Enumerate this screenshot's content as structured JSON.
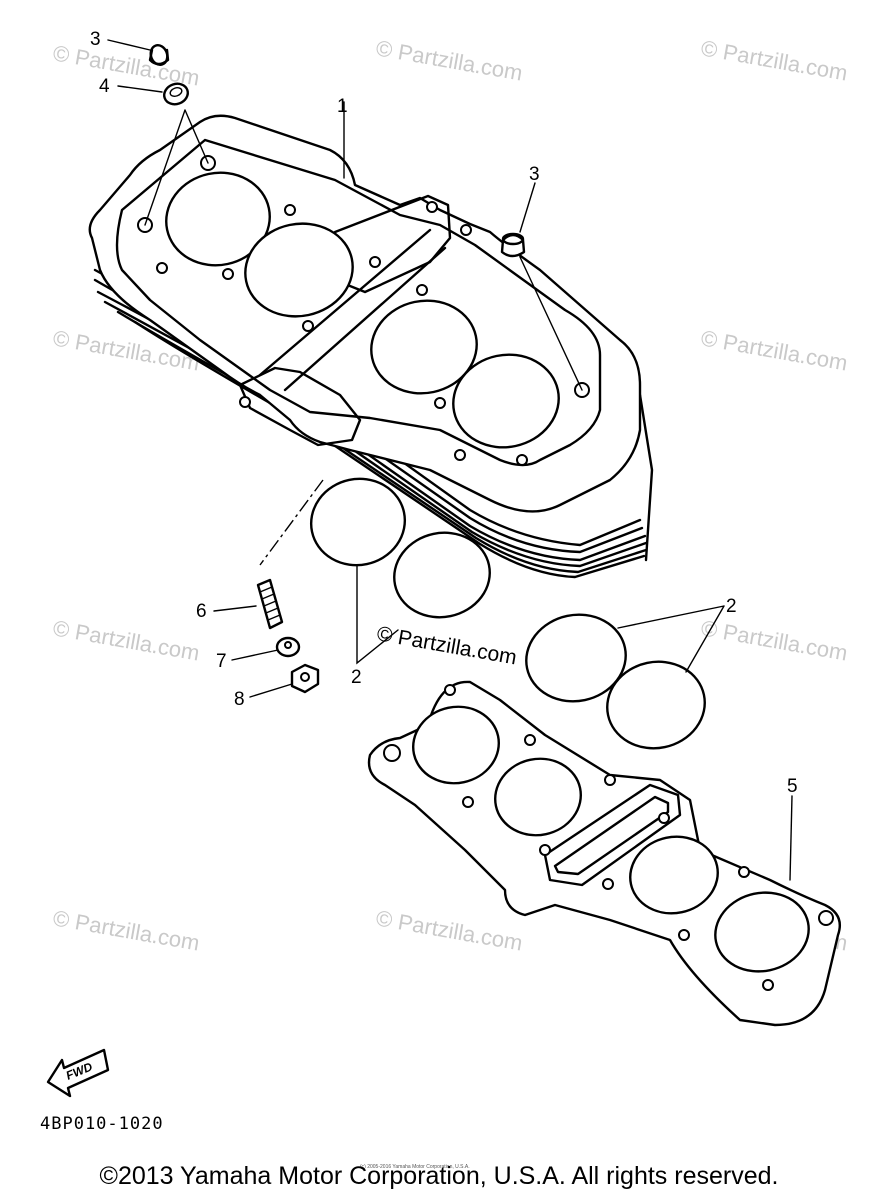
{
  "watermark": {
    "text": "© Partzilla.com",
    "center_text": "© Partzilla.com"
  },
  "callouts": {
    "c1": "1",
    "c2a": "2",
    "c2b": "2",
    "c3a": "3",
    "c3b": "3",
    "c4": "4",
    "c5": "5",
    "c6": "6",
    "c7": "7",
    "c8": "8"
  },
  "fwd_label": "FWD",
  "diagram_code": "4BP010-1020",
  "small_notice": "(c) 2005-2016 Yamaha Motor Corporation, U.S.A.",
  "copyright": "©2013 Yamaha Motor Corporation, U.S.A. All rights reserved."
}
